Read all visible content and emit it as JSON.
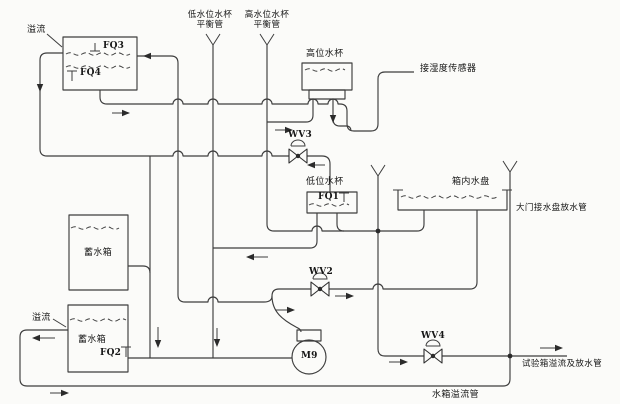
{
  "diagram": {
    "kind": "water-supply piping schematic of environmental test chamber",
    "labels": {
      "balance_low": {
        "line1": "低水位水杯",
        "line2": "平衡管"
      },
      "balance_high": {
        "line1": "高水位水杯",
        "line2": "平衡管"
      },
      "overflow_top": "溢流",
      "overflow_bottom": "溢流",
      "high_cup": "高位水杯",
      "low_cup": "低位水杯",
      "sensor": "接湿度传感器",
      "pan": "箱内水盘",
      "door_pipe": "大门接水盘放水管",
      "tank_upper": "蓄水箱",
      "tank_lower": "蓄水箱",
      "test_drain": "试验箱溢流及放水管",
      "tank_overflow": "水箱溢流管"
    },
    "devices": {
      "fq1": "FQ1",
      "fq2": "FQ2",
      "fq3": "FQ3",
      "fq4": "FQ4",
      "wv2": "WV2",
      "wv3": "WV3",
      "wv4": "WV4",
      "pump": "M9"
    },
    "colors": {
      "line": "#3d3d3d",
      "background": "#fbfbf9",
      "text": "#161616"
    }
  }
}
